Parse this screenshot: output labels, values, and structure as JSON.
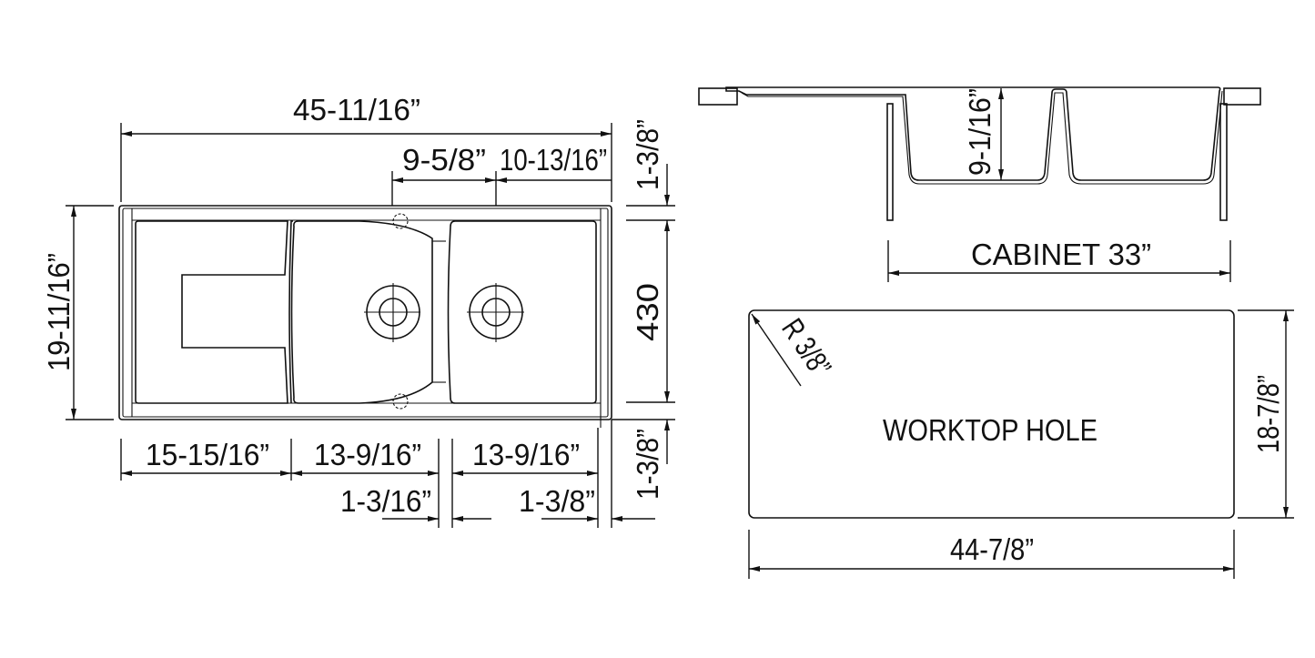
{
  "colors": {
    "line": "#111111",
    "background": "#ffffff"
  },
  "top_view": {
    "overall_length": "45-11/16”",
    "overall_width": "19-11/16”",
    "bowl_center_spacing": "9-5/8”",
    "right_bowl_center_to_edge": "10-13/16”",
    "rim_top": "1-3/8”",
    "bowl_depth_metric": "430",
    "rim_bottom": "1-3/8”",
    "drainboard_width": "15-15/16”",
    "left_bowl_width": "13-9/16”",
    "right_bowl_width": "13-9/16”",
    "divider_width": "1-3/16”",
    "rim_right": "1-3/8”"
  },
  "side_view": {
    "bowl_depth": "9-1/16”",
    "cabinet_label": "CABINET  33”"
  },
  "worktop": {
    "label": "WORKTOP HOLE",
    "corner_radius": "R 3/8”",
    "height": "18-7/8”",
    "width": "44-7/8”"
  }
}
